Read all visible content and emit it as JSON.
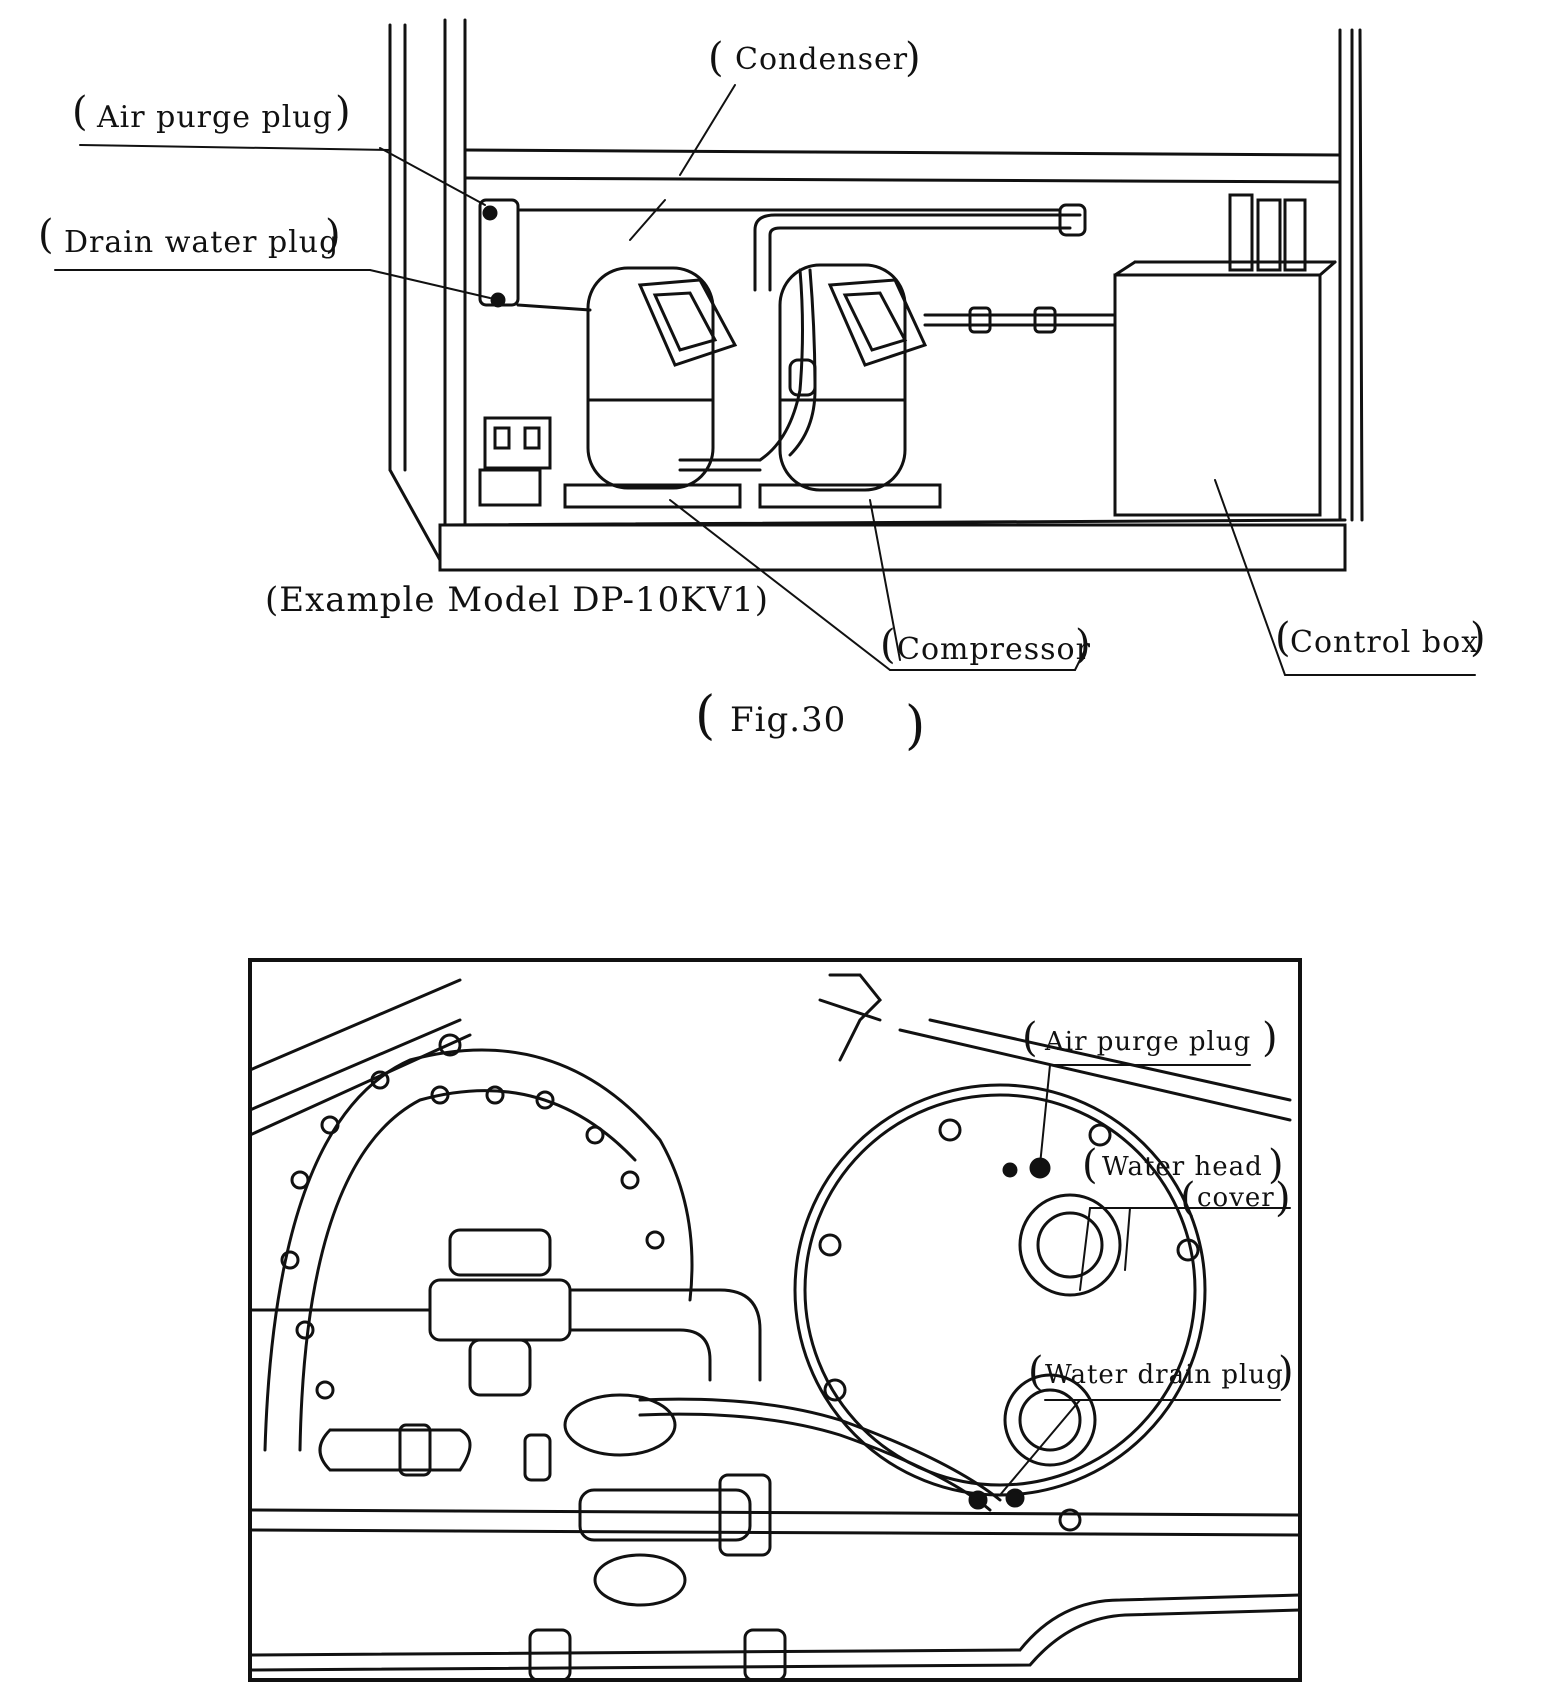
{
  "figure_top": {
    "labels": {
      "condenser": "Condenser",
      "air_purge_plug": "Air purge plug",
      "drain_water_plug": "Drain water plug",
      "example_model": "(Example Model DP-10KV1)",
      "compressor": "Compressor",
      "control_box": "Control box",
      "fig_caption": "Fig.30"
    }
  },
  "figure_bottom": {
    "labels": {
      "air_purge_plug": "Air purge plug",
      "water_head": "Water head",
      "cover": "cover",
      "water_drain_plug": "Water drain plug"
    }
  },
  "colors": {
    "ink": "#111111",
    "paper": "#ffffff"
  }
}
